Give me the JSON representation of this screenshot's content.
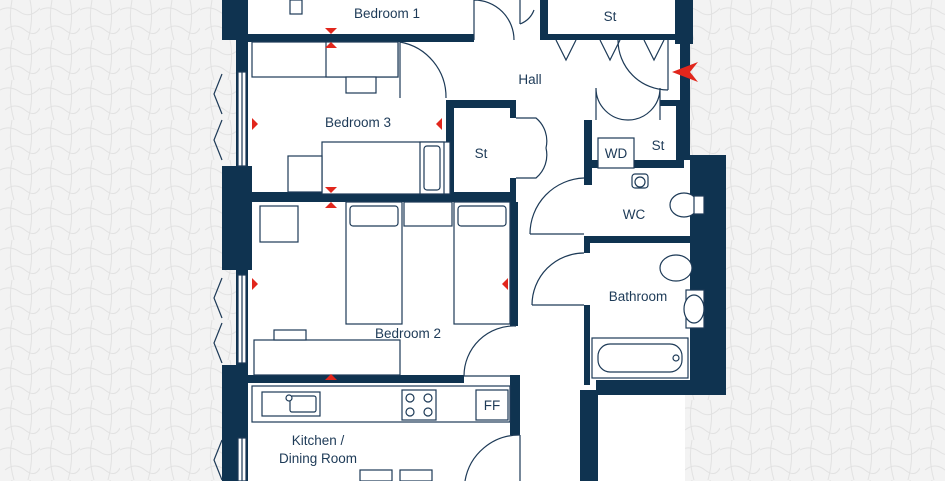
{
  "colors": {
    "wall": "#0f3350",
    "line": "#1d3a57",
    "marker": "#e1261c",
    "background": "#f3f3f3",
    "floor": "#ffffff"
  },
  "rooms": {
    "bedroom1": "Bedroom 1",
    "store_top": "St",
    "hall": "Hall",
    "bedroom3": "Bedroom 3",
    "store_mid": "St",
    "wd": "WD",
    "store_right": "St",
    "wc": "WC",
    "bathroom": "Bathroom",
    "bedroom2": "Bedroom 2",
    "ff": "FF",
    "kitchen_line1": "Kitchen /",
    "kitchen_line2": "Dining Room"
  },
  "icons": {
    "entrance": "entrance-arrow-icon",
    "dimension_marker": "dimension-marker-icon"
  }
}
